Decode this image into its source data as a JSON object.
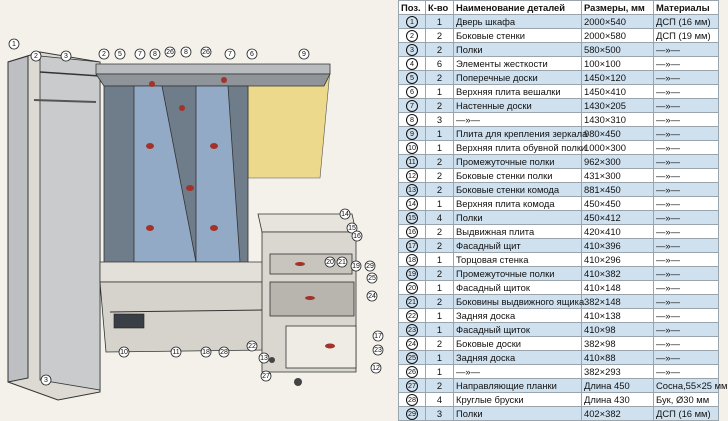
{
  "table": {
    "headers": {
      "pos": "Поз.",
      "qty": "К-во",
      "name": "Наименование деталей",
      "size": "Размеры, мм",
      "material": "Материалы"
    },
    "rows": [
      {
        "pos": "1",
        "qty": "1",
        "name": "Дверь шкафа",
        "size": "2000×540",
        "material": "ДСП (16 мм)"
      },
      {
        "pos": "2",
        "qty": "2",
        "name": "Боковые стенки",
        "size": "2000×580",
        "material": "ДСП (19 мм)"
      },
      {
        "pos": "3",
        "qty": "2",
        "name": "Полки",
        "size": "580×500",
        "material": "—»—"
      },
      {
        "pos": "4",
        "qty": "6",
        "name": "Элементы жесткости",
        "size": "100×100",
        "material": "—»—"
      },
      {
        "pos": "5",
        "qty": "2",
        "name": "Поперечные доски",
        "size": "1450×120",
        "material": "—»—"
      },
      {
        "pos": "6",
        "qty": "1",
        "name": "Верхняя плита вешалки",
        "size": "1450×410",
        "material": "—»—"
      },
      {
        "pos": "7",
        "qty": "2",
        "name": "Настенные доски",
        "size": "1430×205",
        "material": "—»—"
      },
      {
        "pos": "8",
        "qty": "3",
        "name": "—»—",
        "size": "1430×310",
        "material": "—»—"
      },
      {
        "pos": "9",
        "qty": "1",
        "name": "Плита для крепления зеркала",
        "size": "980×450",
        "material": "—»—"
      },
      {
        "pos": "10",
        "qty": "1",
        "name": "Верхняя плита обувной полки",
        "size": "1000×300",
        "material": "—»—"
      },
      {
        "pos": "11",
        "qty": "2",
        "name": "Промежуточные полки",
        "size": "962×300",
        "material": "—»—"
      },
      {
        "pos": "12",
        "qty": "2",
        "name": "Боковые стенки полки",
        "size": "431×300",
        "material": "—»—"
      },
      {
        "pos": "13",
        "qty": "2",
        "name": "Боковые стенки комода",
        "size": "881×450",
        "material": "—»—"
      },
      {
        "pos": "14",
        "qty": "1",
        "name": "Верхняя плита комода",
        "size": "450×450",
        "material": "—»—"
      },
      {
        "pos": "15",
        "qty": "4",
        "name": "Полки",
        "size": "450×412",
        "material": "—»—"
      },
      {
        "pos": "16",
        "qty": "2",
        "name": "Выдвижная плита",
        "size": "420×410",
        "material": "—»—"
      },
      {
        "pos": "17",
        "qty": "2",
        "name": "Фасадный щит",
        "size": "410×396",
        "material": "—»—"
      },
      {
        "pos": "18",
        "qty": "1",
        "name": "Торцовая стенка",
        "size": "410×296",
        "material": "—»—"
      },
      {
        "pos": "19",
        "qty": "2",
        "name": "Промежуточные полки",
        "size": "410×382",
        "material": "—»—"
      },
      {
        "pos": "20",
        "qty": "1",
        "name": "Фасадный щиток",
        "size": "410×148",
        "material": "—»—"
      },
      {
        "pos": "21",
        "qty": "2",
        "name": "Боковины выдвижного ящика",
        "size": "382×148",
        "material": "—»—"
      },
      {
        "pos": "22",
        "qty": "1",
        "name": "Задняя доска",
        "size": "410×138",
        "material": "—»—"
      },
      {
        "pos": "23",
        "qty": "1",
        "name": "Фасадный щиток",
        "size": "410×98",
        "material": "—»—"
      },
      {
        "pos": "24",
        "qty": "2",
        "name": "Боковые доски",
        "size": "382×98",
        "material": "—»—"
      },
      {
        "pos": "25",
        "qty": "1",
        "name": "Задняя доска",
        "size": "410×88",
        "material": "—»—"
      },
      {
        "pos": "26",
        "qty": "1",
        "name": "—»—",
        "size": "382×293",
        "material": "—»—"
      },
      {
        "pos": "27",
        "qty": "2",
        "name": "Направляющие планки",
        "size": "Длина 450",
        "material": "Сосна,55×25 мм"
      },
      {
        "pos": "28",
        "qty": "4",
        "name": "Круглые бруски",
        "size": "Длина 430",
        "material": "Бук, Ø30 мм"
      },
      {
        "pos": "29",
        "qty": "3",
        "name": "Полки",
        "size": "402×382",
        "material": "ДСП (16 мм)"
      }
    ]
  },
  "drawing": {
    "callouts": [
      "1",
      "2",
      "3",
      "2",
      "5",
      "7",
      "8",
      "26",
      "8",
      "26",
      "7",
      "6",
      "9",
      "14",
      "15",
      "16",
      "20",
      "21",
      "19",
      "29",
      "25",
      "24",
      "17",
      "23",
      "12",
      "10",
      "11",
      "18",
      "28",
      "22",
      "13",
      "27",
      "3"
    ],
    "colors": {
      "wall_blue": "#93aac6",
      "yellow": "#ecd98c",
      "grey": "#b9bcbf",
      "handle": "#a3322a"
    }
  }
}
